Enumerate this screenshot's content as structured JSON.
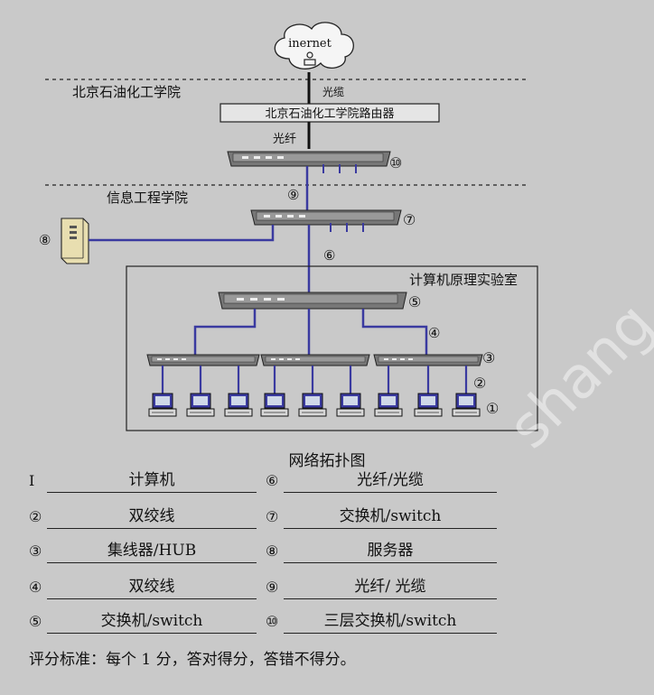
{
  "top": {
    "cloud_label": "inernet",
    "school_name": "北京石油化工学院",
    "cable_label_top": "光缆",
    "router_label": "北京石油化工学院路由器",
    "fiber_label": "光纤",
    "dept_name": "信息工程学院",
    "lab_name": "计算机原理实验室"
  },
  "markers": [
    "⑩",
    "⑨",
    "⑦",
    "⑧",
    "⑥",
    "⑤",
    "④",
    "③",
    "②",
    "①"
  ],
  "caption": "网络拓扑图",
  "answers": [
    {
      "num": "Ⅰ",
      "text": "计算机"
    },
    {
      "num": "⑥",
      "text": "光纤/光缆"
    },
    {
      "num": "②",
      "text": "双绞线"
    },
    {
      "num": "⑦",
      "text": "交换机/switch"
    },
    {
      "num": "③",
      "text": "集线器/HUB"
    },
    {
      "num": "⑧",
      "text": "服务器"
    },
    {
      "num": "④",
      "text": "双绞线"
    },
    {
      "num": "⑨",
      "text": "光纤/ 光缆"
    },
    {
      "num": "⑤",
      "text": "交换机/switch"
    },
    {
      "num": "⑩",
      "text": "三层交换机/switch"
    }
  ],
  "criteria": "评分标准：每个 1 分，答对得分，答错不得分。",
  "watermark": "shang"
}
